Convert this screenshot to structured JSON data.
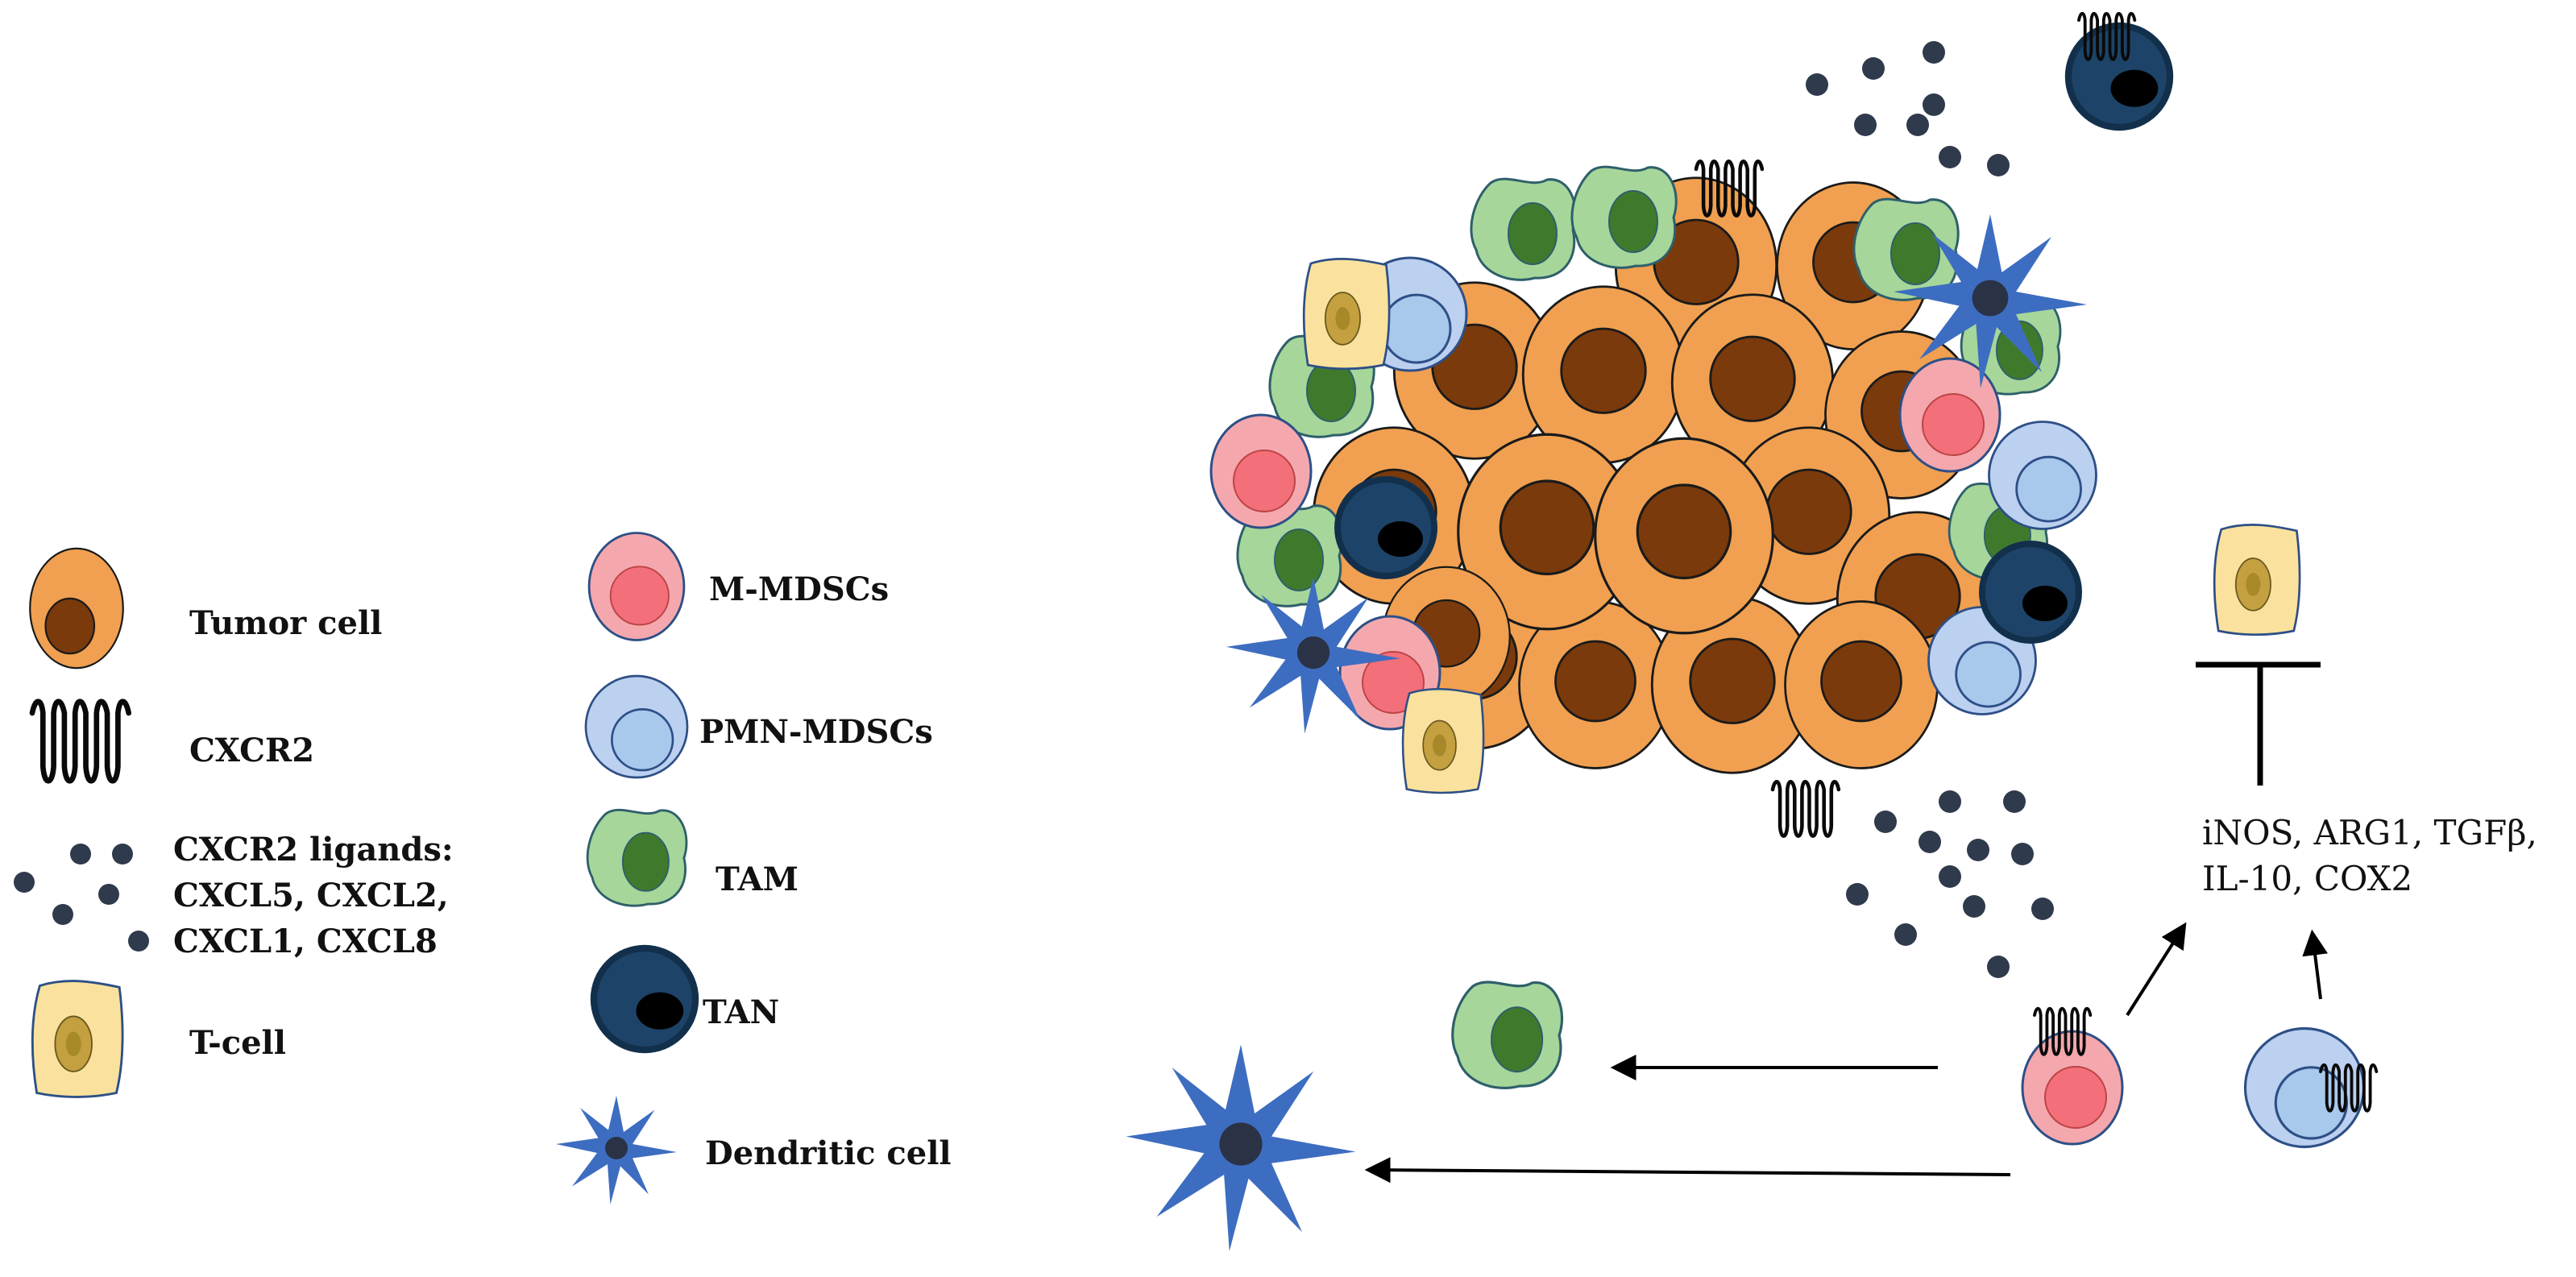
{
  "legend": {
    "tumor_cell": "Tumor cell",
    "cxcr2": "CXCR2",
    "ligands_line1": "CXCR2 ligands:",
    "ligands_line2": "CXCL5, CXCL2,",
    "ligands_line3": "CXCL1, CXCL8",
    "t_cell": "T-cell",
    "m_mdsc": "M-MDSCs",
    "pmn_mdsc": "PMN-MDSCs",
    "tam": "TAM",
    "tan": "TAN",
    "dendritic_cell": "Dendritic cell"
  },
  "suppressive_factors": {
    "line1": "iNOS, ARG1, TGFβ,",
    "line2": "IL-10, COX2"
  },
  "colors": {
    "tumor": "#F0A050",
    "tumor_nucleus": "#7A3A0C",
    "m_mdsc": "#F4A8AE",
    "m_mdsc_nucleus": "#F36F7A",
    "pmn_mdsc": "#BCD0F0",
    "pmn_mdsc_nucleus": "#A8C8EC",
    "tam": "#A6D69A",
    "tam_nucleus": "#3F7A2C",
    "tan": "#12304C",
    "dendritic": "#3D6DC0",
    "t_cell": "#FAE29E",
    "t_cell_nucleus": "#C4A040",
    "ligand_dot": "#2F3A4C"
  },
  "icons": [
    "tumor-cell-icon",
    "cxcr2-receptor-icon",
    "ligand-dots-icon",
    "t-cell-icon",
    "m-mdsc-icon",
    "pmn-mdsc-icon",
    "tam-icon",
    "tan-icon",
    "dendritic-cell-icon"
  ]
}
